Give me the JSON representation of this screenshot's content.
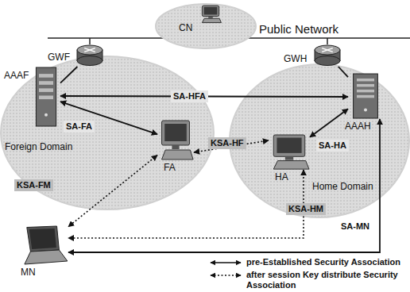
{
  "diagram": {
    "nodes": [
      {
        "text": [
          "CN"
        ]
      },
      {
        "text": [
          "GWF"
        ]
      },
      {
        "text": [
          "GWH"
        ]
      },
      {
        "text": [
          "Foreign Domain"
        ]
      },
      {
        "text": [
          "AAAF"
        ],
        "in": 3
      },
      {
        "text": [
          "FA"
        ],
        "in": 3
      },
      {
        "text": [
          "Home Domain"
        ]
      },
      {
        "text": [
          "AAAH"
        ],
        "in": 6
      },
      {
        "text": [
          "HA"
        ],
        "in": 6
      },
      {
        "text": [
          "MN"
        ]
      }
    ],
    "edges": [
      {
        "from": 1,
        "to": 4,
        "arrow": "none"
      },
      {
        "from": 2,
        "to": 7,
        "arrow": "none"
      },
      {
        "from": 4,
        "to": 7,
        "label": "SA-HFA",
        "arrow": "both"
      },
      {
        "from": 4,
        "to": 5,
        "label": "SA-FA",
        "arrow": "both"
      },
      {
        "from": 7,
        "to": 8,
        "label": "SA-HA",
        "arrow": "both"
      },
      {
        "from": 5,
        "to": 8,
        "label": "KSA-HF",
        "arrow": "both"
      },
      {
        "from": 5,
        "to": 9,
        "label": "KSA-FM",
        "arrow": "both"
      },
      {
        "from": 8,
        "to": 9,
        "label": "KSA-HM",
        "arrow": "both"
      },
      {
        "from": 7,
        "to": 9,
        "label": "SA-MN",
        "arrow": "both"
      }
    ],
    "labels": [
      "Public Network"
    ],
    "legend": [
      {
        "text": "pre-Established Security Association"
      },
      {
        "text": "after session Key distribute Security Association"
      }
    ]
  }
}
